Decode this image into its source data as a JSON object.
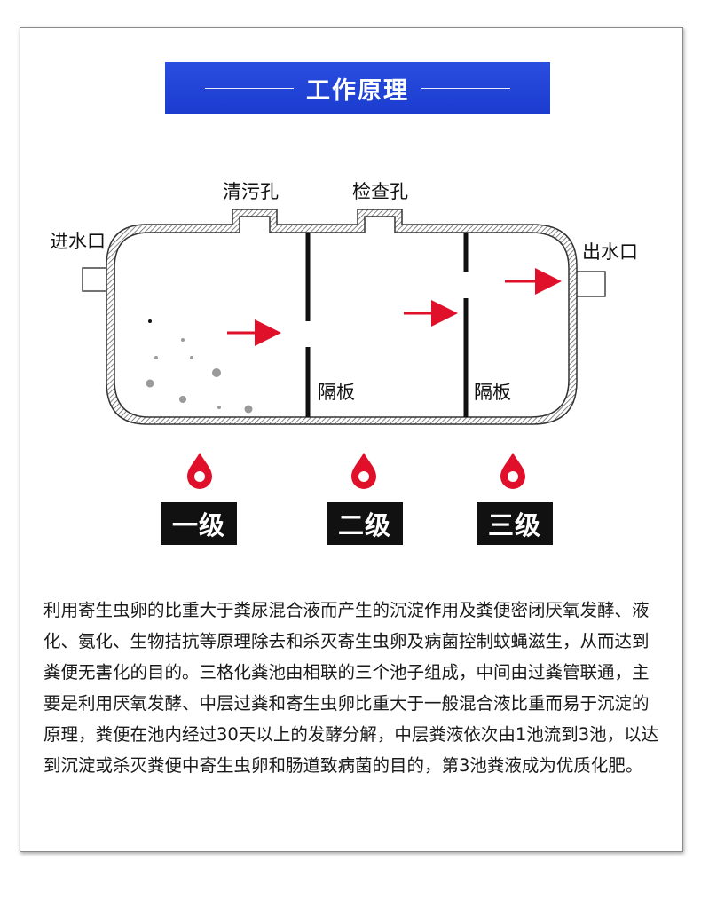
{
  "title": "工作原理",
  "labels": {
    "cleaning_hole": "清污孔",
    "inspection_hole": "检查孔",
    "inlet": "进水口",
    "outlet": "出水口",
    "partition_1": "隔板",
    "partition_2": "隔板"
  },
  "stages": [
    "一级",
    "二级",
    "三级"
  ],
  "colors": {
    "banner": "#1f44d6",
    "arrow": "#e0102a",
    "drop": "#e0102a",
    "stage_bg": "#111111"
  },
  "description": "利用寄生虫卵的比重大于粪尿混合液而产生的沉淀作用及粪便密闭厌氧发酵、液化、氨化、生物拮抗等原理除去和杀灭寄生虫卵及病菌控制蚊蝇滋生，从而达到粪便无害化的目的。三格化粪池由相联的三个池子组成，中间由过粪管联通，主要是利用厌氧发酵、中层过粪和寄生虫卵比重大于一般混合液比重而易于沉淀的原理，粪便在池内经过30天以上的发酵分解，中层粪液依次由1池流到3池，以达到沉淀或杀灭粪便中寄生虫卵和肠道致病菌的目的，第3池粪液成为优质化肥。"
}
